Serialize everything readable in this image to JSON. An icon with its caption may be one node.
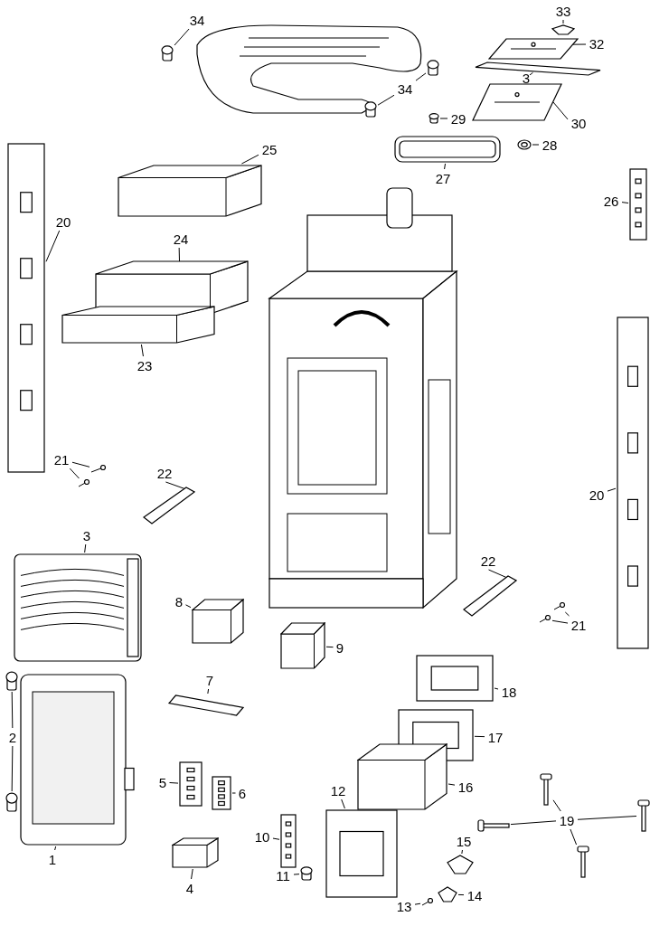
{
  "diagram": {
    "nodes": [
      {
        "text": [
          "34"
        ]
      },
      {
        "text": [],
        "shape": "cylinder"
      },
      {
        "text": [
          "33"
        ]
      },
      {
        "text": [],
        "shape": "picture"
      },
      {
        "text": [
          "32"
        ]
      },
      {
        "text": [],
        "shape": "picture"
      },
      {
        "text": [
          "3"
        ]
      },
      {
        "text": [],
        "shape": "picture"
      },
      {
        "text": [
          "34"
        ]
      },
      {
        "text": [],
        "shape": "cylinder"
      },
      {
        "text": [],
        "shape": "cylinder"
      },
      {
        "text": [
          "29"
        ]
      },
      {
        "text": [],
        "shape": "cylinder"
      },
      {
        "text": [
          "30"
        ]
      },
      {
        "text": [],
        "shape": "picture"
      },
      {
        "text": [
          "28"
        ]
      },
      {
        "text": [],
        "shape": "picture"
      },
      {
        "text": [
          "27"
        ]
      },
      {
        "text": [],
        "shape": "picture"
      },
      {
        "text": [
          "25"
        ]
      },
      {
        "text": [],
        "shape": "picture"
      },
      {
        "text": [
          "26"
        ]
      },
      {
        "text": [],
        "shape": "picture"
      },
      {
        "text": [
          "20"
        ]
      },
      {
        "text": [],
        "shape": "picture"
      },
      {
        "text": [
          "24"
        ]
      },
      {
        "text": [],
        "shape": "picture"
      },
      {
        "text": [
          "23"
        ]
      },
      {
        "text": [],
        "shape": "picture"
      },
      {
        "text": [
          "21"
        ]
      },
      {
        "text": [],
        "shape": "picture"
      },
      {
        "text": [],
        "shape": "picture"
      },
      {
        "text": [
          "22"
        ]
      },
      {
        "text": [],
        "shape": "picture"
      },
      {
        "text": [
          "3"
        ]
      },
      {
        "text": [],
        "shape": "picture"
      },
      {
        "text": [
          "20"
        ]
      },
      {
        "text": [],
        "shape": "picture"
      },
      {
        "text": [
          "22"
        ]
      },
      {
        "text": [],
        "shape": "picture"
      },
      {
        "text": [
          "8"
        ]
      },
      {
        "text": [],
        "shape": "picture"
      },
      {
        "text": [
          "21"
        ]
      },
      {
        "text": [],
        "shape": "picture"
      },
      {
        "text": [],
        "shape": "picture"
      },
      {
        "text": [
          "9"
        ]
      },
      {
        "text": [],
        "shape": "picture"
      },
      {
        "text": [
          "7"
        ]
      },
      {
        "text": [],
        "shape": "picture"
      },
      {
        "text": [
          "18"
        ]
      },
      {
        "text": [],
        "shape": "picture"
      },
      {
        "text": [
          "2"
        ]
      },
      {
        "text": [],
        "shape": "cylinder"
      },
      {
        "text": [],
        "shape": "cylinder"
      },
      {
        "text": [
          "17"
        ]
      },
      {
        "text": [],
        "shape": "picture"
      },
      {
        "text": [
          "1"
        ]
      },
      {
        "text": [],
        "shape": "picture"
      },
      {
        "text": [
          "5"
        ]
      },
      {
        "text": [],
        "shape": "picture"
      },
      {
        "text": [
          "6"
        ]
      },
      {
        "text": [],
        "shape": "picture"
      },
      {
        "text": [
          "16"
        ]
      },
      {
        "text": [],
        "shape": "picture"
      },
      {
        "text": [
          "12"
        ]
      },
      {
        "text": [],
        "shape": "picture"
      },
      {
        "text": [
          "19"
        ]
      },
      {
        "text": [],
        "shape": "picture"
      },
      {
        "text": [],
        "shape": "picture"
      },
      {
        "text": [],
        "shape": "picture"
      },
      {
        "text": [],
        "shape": "picture"
      },
      {
        "text": [
          "10"
        ]
      },
      {
        "text": [],
        "shape": "picture"
      },
      {
        "text": [
          "15"
        ]
      },
      {
        "text": [],
        "shape": "picture"
      },
      {
        "text": [
          "11"
        ]
      },
      {
        "text": [],
        "shape": "cylinder"
      },
      {
        "text": [
          "4"
        ]
      },
      {
        "text": [],
        "shape": "picture"
      },
      {
        "text": [
          "13"
        ]
      },
      {
        "text": [],
        "shape": "picture"
      },
      {
        "text": [
          "14"
        ]
      },
      {
        "text": [],
        "shape": "picture"
      }
    ],
    "edges": [
      {
        "from": 0,
        "to": 1,
        "arrow": "none"
      },
      {
        "from": 2,
        "to": 3,
        "arrow": "none"
      },
      {
        "from": 4,
        "to": 5,
        "arrow": "none"
      },
      {
        "from": 6,
        "to": 7,
        "arrow": "none"
      },
      {
        "from": 8,
        "to": 9,
        "arrow": "none"
      },
      {
        "from": 8,
        "to": 10,
        "arrow": "none"
      },
      {
        "from": 11,
        "to": 12,
        "arrow": "none"
      },
      {
        "from": 13,
        "to": 14,
        "arrow": "none"
      },
      {
        "from": 15,
        "to": 16,
        "arrow": "none"
      },
      {
        "from": 17,
        "to": 18,
        "arrow": "none"
      },
      {
        "from": 19,
        "to": 20,
        "arrow": "none"
      },
      {
        "from": 21,
        "to": 22,
        "arrow": "none"
      },
      {
        "from": 23,
        "to": 24,
        "arrow": "none"
      },
      {
        "from": 25,
        "to": 26,
        "arrow": "none"
      },
      {
        "from": 27,
        "to": 28,
        "arrow": "none"
      },
      {
        "from": 29,
        "to": 30,
        "arrow": "none"
      },
      {
        "from": 29,
        "to": 31,
        "arrow": "none"
      },
      {
        "from": 32,
        "to": 33,
        "arrow": "none"
      },
      {
        "from": 34,
        "to": 35,
        "arrow": "none"
      },
      {
        "from": 36,
        "to": 37,
        "arrow": "none"
      },
      {
        "from": 38,
        "to": 39,
        "arrow": "none"
      },
      {
        "from": 40,
        "to": 41,
        "arrow": "none"
      },
      {
        "from": 42,
        "to": 43,
        "arrow": "none"
      },
      {
        "from": 42,
        "to": 44,
        "arrow": "none"
      },
      {
        "from": 45,
        "to": 46,
        "arrow": "none"
      },
      {
        "from": 47,
        "to": 48,
        "arrow": "none"
      },
      {
        "from": 49,
        "to": 50,
        "arrow": "none"
      },
      {
        "from": 51,
        "to": 52,
        "arrow": "none"
      },
      {
        "from": 51,
        "to": 53,
        "arrow": "none"
      },
      {
        "from": 54,
        "to": 55,
        "arrow": "none"
      },
      {
        "from": 56,
        "to": 57,
        "arrow": "none"
      },
      {
        "from": 58,
        "to": 59,
        "arrow": "none"
      },
      {
        "from": 60,
        "to": 61,
        "arrow": "none"
      },
      {
        "from": 62,
        "to": 63,
        "arrow": "none"
      },
      {
        "from": 64,
        "to": 65,
        "arrow": "none"
      },
      {
        "from": 66,
        "to": 67,
        "arrow": "none"
      },
      {
        "from": 66,
        "to": 68,
        "arrow": "none"
      },
      {
        "from": 66,
        "to": 69,
        "arrow": "none"
      },
      {
        "from": 66,
        "to": 70,
        "arrow": "none"
      },
      {
        "from": 71,
        "to": 72,
        "arrow": "none"
      },
      {
        "from": 73,
        "to": 74,
        "arrow": "none"
      },
      {
        "from": 75,
        "to": 76,
        "arrow": "none"
      },
      {
        "from": 77,
        "to": 78,
        "arrow": "none"
      },
      {
        "from": 79,
        "to": 80,
        "arrow": "none"
      },
      {
        "from": 81,
        "to": 82,
        "arrow": "none"
      }
    ]
  }
}
